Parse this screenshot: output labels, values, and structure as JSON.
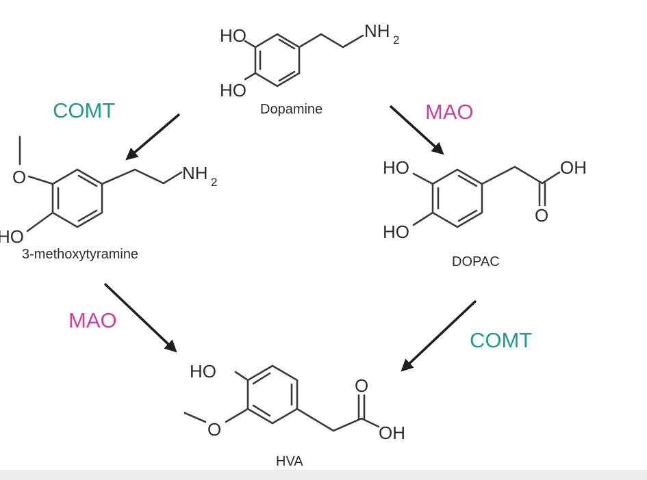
{
  "diagram": {
    "title": "Dopamine metabolism pathway",
    "colors": {
      "comt": "#1f9a8e",
      "mao": "#c8409f",
      "bonds": "#3a3a3a",
      "arrows": "#1e1e1e",
      "footer": "#e9edf0"
    },
    "molecules": {
      "dopamine": {
        "name": "Dopamine",
        "groups": [
          "HO",
          "HO",
          "NH",
          "2"
        ]
      },
      "methoxytyramine": {
        "name": "3-methoxytyramine",
        "groups": [
          "O",
          "HO",
          "NH",
          "2"
        ]
      },
      "dopac": {
        "name": "DOPAC",
        "groups": [
          "HO",
          "HO",
          "OH",
          "O"
        ]
      },
      "hva": {
        "name": "HVA",
        "groups": [
          "HO",
          "O",
          "O",
          "OH"
        ]
      }
    },
    "reactions": [
      {
        "from": "Dopamine",
        "to": "3-methoxytyramine",
        "enzyme": "COMT"
      },
      {
        "from": "Dopamine",
        "to": "DOPAC",
        "enzyme": "MAO"
      },
      {
        "from": "3-methoxytyramine",
        "to": "HVA",
        "enzyme": "MAO"
      },
      {
        "from": "DOPAC",
        "to": "HVA",
        "enzyme": "COMT"
      }
    ]
  }
}
